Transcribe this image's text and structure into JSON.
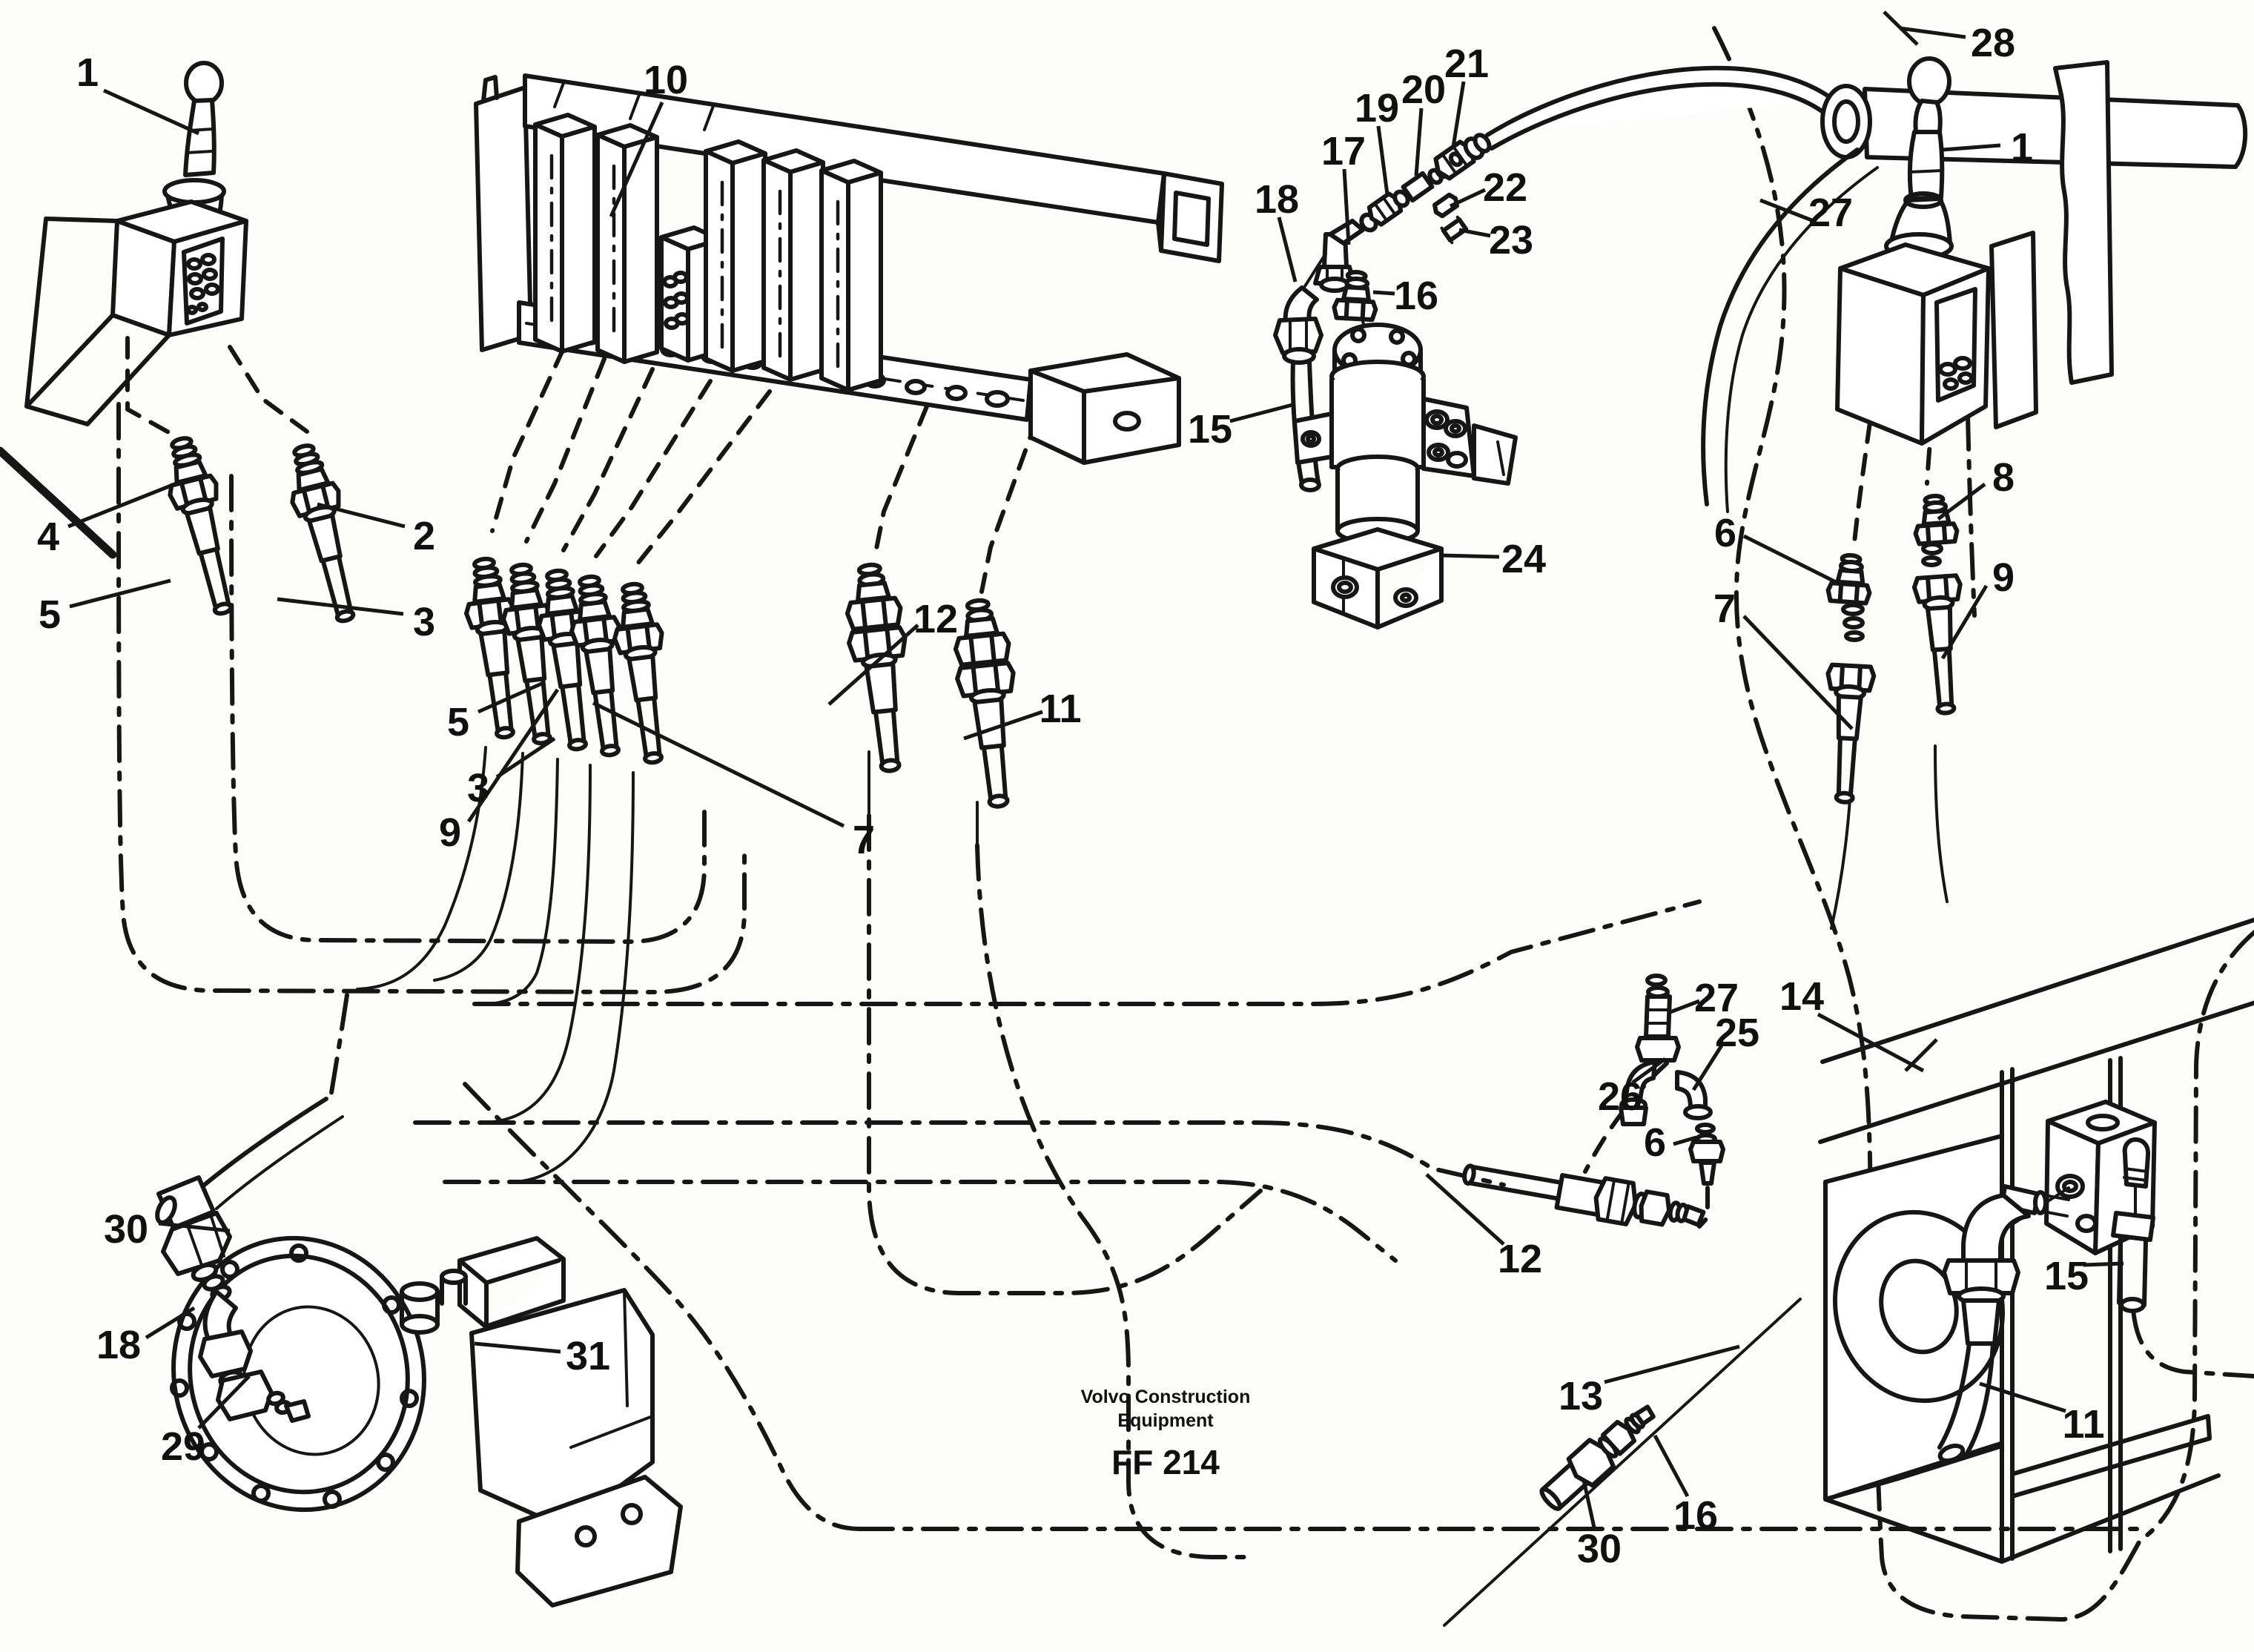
{
  "figure": {
    "brand_line1": "Volvo Construction",
    "brand_line2": "Equipment",
    "code": "FF 214"
  },
  "callouts": {
    "c1": "1",
    "c2": "2",
    "c3": "3",
    "c4": "4",
    "c5": "5",
    "c6": "6",
    "c7": "7",
    "c8": "8",
    "c9": "9",
    "c10": "10",
    "c11": "11",
    "c12": "12",
    "c13": "13",
    "c14": "14",
    "c15": "15",
    "c16": "16",
    "c17": "17",
    "c18": "18",
    "c19": "19",
    "c20": "20",
    "c21": "21",
    "c22": "22",
    "c23": "23",
    "c24": "24",
    "c25": "25",
    "c26": "26",
    "c27": "27",
    "c28": "28",
    "c29": "29",
    "c30": "30",
    "c31": "31"
  }
}
